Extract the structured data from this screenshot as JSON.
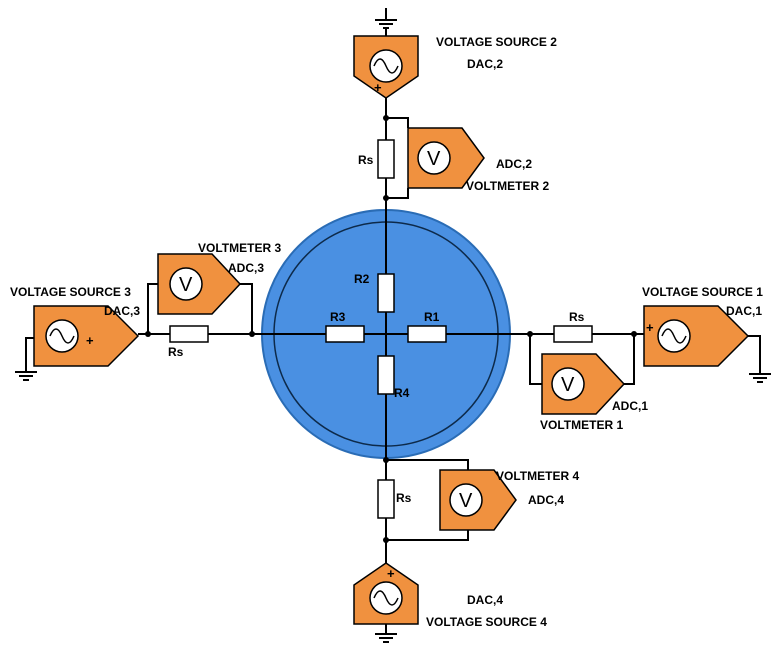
{
  "colors": {
    "amplifier_fill": "#f0913f",
    "disk_fill": "#4a90e2",
    "wire": "#000000"
  },
  "resistors": {
    "r1": "R1",
    "r2": "R2",
    "r3": "R3",
    "r4": "R4",
    "series": "Rs"
  },
  "sources": {
    "vs1": {
      "name": "VOLTAGE SOURCE 1",
      "dac": "DAC,1"
    },
    "vs2": {
      "name": "VOLTAGE SOURCE 2",
      "dac": "DAC,2"
    },
    "vs3": {
      "name": "VOLTAGE SOURCE 3",
      "dac": "DAC,3"
    },
    "vs4": {
      "name": "VOLTAGE SOURCE 4",
      "dac": "DAC,4"
    }
  },
  "meters": {
    "vm1": {
      "name": "VOLTMETER 1",
      "adc": "ADC,1"
    },
    "vm2": {
      "name": "VOLTMETER 2",
      "adc": "ADC,2"
    },
    "vm3": {
      "name": "VOLTMETER 3",
      "adc": "ADC,3"
    },
    "vm4": {
      "name": "VOLTMETER 4",
      "adc": "ADC,4"
    }
  },
  "symbols": {
    "voltmeter_glyph": "V",
    "plus_sign": "+"
  }
}
